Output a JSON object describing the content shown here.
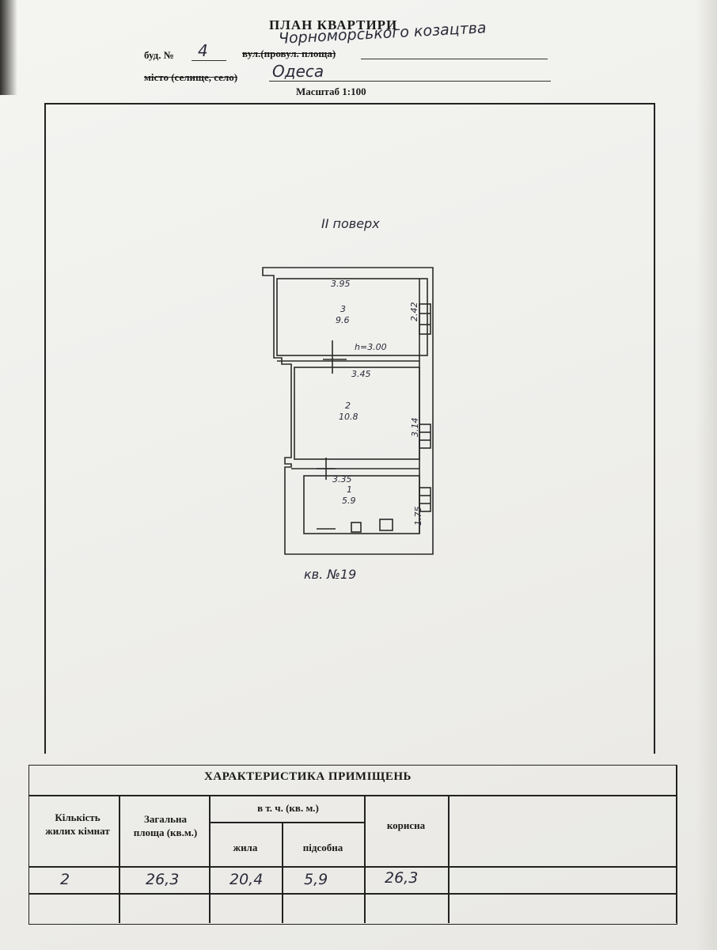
{
  "header": {
    "title": "ПЛАН КВАРТИРИ",
    "building_label": "буд. №",
    "building_no": "4",
    "street_label": "вул.(провул. площа)",
    "street_value": "Чорноморського козацтва",
    "city_label": "місто (селище, село)",
    "city_value": "Одеса",
    "scale": "Масштаб   1:100"
  },
  "plan": {
    "floor_label": "II поверх",
    "apartment_label": "кв. №19",
    "rooms": [
      {
        "no": "3",
        "area": "9.6",
        "width": "3.95",
        "depth": "2.42",
        "height": "h=3.00"
      },
      {
        "no": "2",
        "area": "10.8",
        "width": "3.45",
        "depth": "3.14"
      },
      {
        "no": "1",
        "area": "5.9",
        "width": "3.35",
        "depth": "1.75"
      }
    ]
  },
  "table": {
    "title": "ХАРАКТЕРИСТИКА ПРИМІЩЕНЬ",
    "col_rooms": "Кількість жилих кімнат",
    "col_total": "Загальна площа (кв.м.)",
    "col_incl": "в т. ч. (кв. м.)",
    "col_living": "жила",
    "col_aux": "підсобна",
    "col_useful": "корисна",
    "row": {
      "rooms": "2",
      "total": "26,3",
      "living": "20,4",
      "aux": "5,9",
      "useful": "26,3"
    }
  }
}
